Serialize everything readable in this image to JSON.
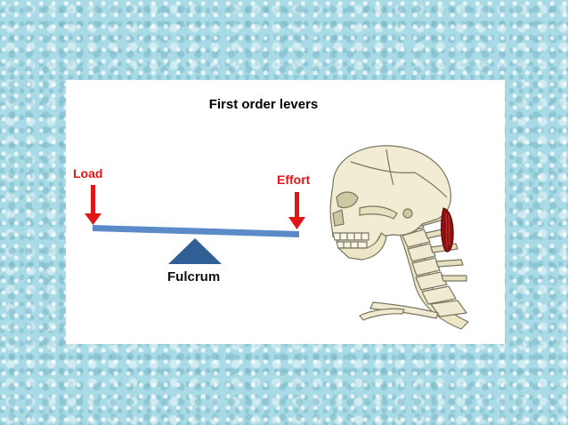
{
  "diagram": {
    "title": "First order levers",
    "load_label": "Load",
    "effort_label": "Effort",
    "fulcrum_label": "Fulcrum"
  },
  "colors": {
    "arrow": "#e31414",
    "beam": "#5b8ac9",
    "fulcrum": "#2f5f95",
    "muscle": "#8e1010",
    "bone": "#efead0"
  }
}
